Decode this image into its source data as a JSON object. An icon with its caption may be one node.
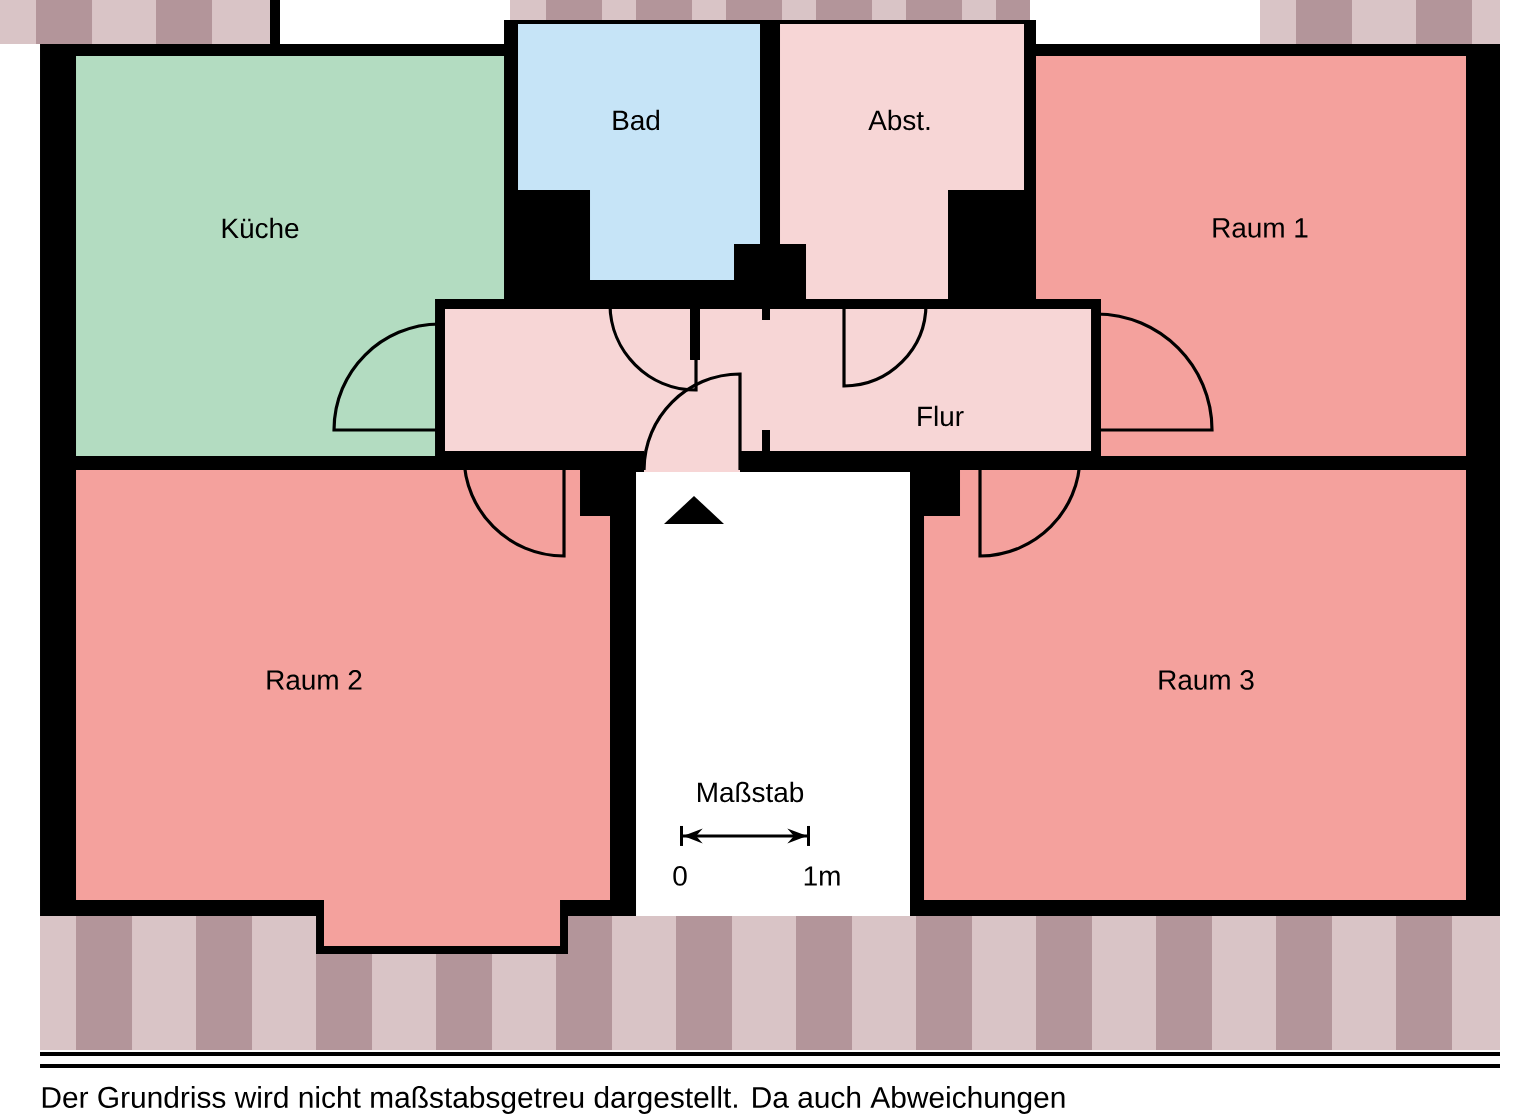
{
  "diagram": {
    "caption": "Der Grundriss wird nicht maßstabsgetreu dargestellt. Da auch Abweichungen",
    "nodes": [
      {
        "text": [
          "Küche"
        ]
      },
      {
        "text": [
          "Bad"
        ]
      },
      {
        "text": [
          "Abst."
        ]
      },
      {
        "text": [
          "Raum 1"
        ]
      },
      {
        "text": [
          "Flur"
        ]
      },
      {
        "text": [
          "Raum 2"
        ]
      },
      {
        "text": [
          "Raum 3"
        ]
      }
    ],
    "labels": [
      "Maßstab",
      "0",
      "1m"
    ]
  }
}
